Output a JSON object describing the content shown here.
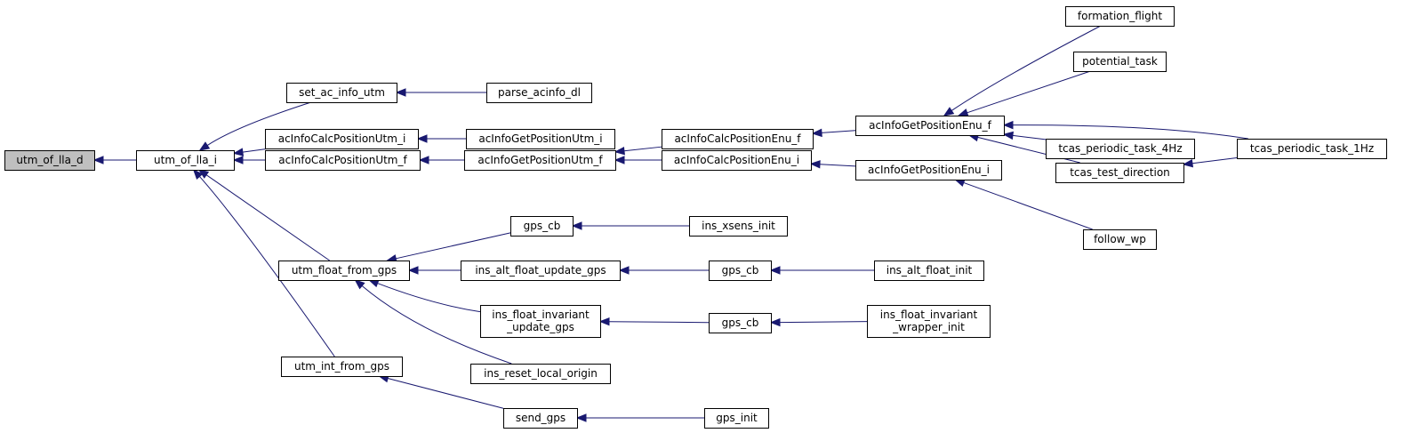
{
  "nodes": [
    {
      "id": "utm_of_lla_d",
      "lines": [
        "utm_of_lla_d"
      ],
      "root": true
    },
    {
      "id": "utm_of_lla_i",
      "lines": [
        "utm_of_lla_i"
      ]
    },
    {
      "id": "set_ac_info_utm",
      "lines": [
        "set_ac_info_utm"
      ]
    },
    {
      "id": "parse_acinfo_dl",
      "lines": [
        "parse_acinfo_dl"
      ]
    },
    {
      "id": "acInfoCalcPositionUtm_i",
      "lines": [
        "acInfoCalcPositionUtm_i"
      ]
    },
    {
      "id": "acInfoGetPositionUtm_i",
      "lines": [
        "acInfoGetPositionUtm_i"
      ]
    },
    {
      "id": "acInfoCalcPositionUtm_f",
      "lines": [
        "acInfoCalcPositionUtm_f"
      ]
    },
    {
      "id": "acInfoGetPositionUtm_f",
      "lines": [
        "acInfoGetPositionUtm_f"
      ]
    },
    {
      "id": "acInfoCalcPositionEnu_f",
      "lines": [
        "acInfoCalcPositionEnu_f"
      ]
    },
    {
      "id": "acInfoCalcPositionEnu_i",
      "lines": [
        "acInfoCalcPositionEnu_i"
      ]
    },
    {
      "id": "acInfoGetPositionEnu_f",
      "lines": [
        "acInfoGetPositionEnu_f"
      ]
    },
    {
      "id": "acInfoGetPositionEnu_i",
      "lines": [
        "acInfoGetPositionEnu_i"
      ]
    },
    {
      "id": "formation_flight",
      "lines": [
        "formation_flight"
      ]
    },
    {
      "id": "potential_task",
      "lines": [
        "potential_task"
      ]
    },
    {
      "id": "tcas_periodic_task_4Hz",
      "lines": [
        "tcas_periodic_task_4Hz"
      ]
    },
    {
      "id": "tcas_test_direction",
      "lines": [
        "tcas_test_direction"
      ]
    },
    {
      "id": "tcas_periodic_task_1Hz",
      "lines": [
        "tcas_periodic_task_1Hz"
      ]
    },
    {
      "id": "follow_wp",
      "lines": [
        "follow_wp"
      ]
    },
    {
      "id": "utm_float_from_gps",
      "lines": [
        "utm_float_from_gps"
      ]
    },
    {
      "id": "gps_cb_1",
      "lines": [
        "gps_cb"
      ]
    },
    {
      "id": "ins_xsens_init",
      "lines": [
        "ins_xsens_init"
      ]
    },
    {
      "id": "ins_alt_float_update_gps",
      "lines": [
        "ins_alt_float_update_gps"
      ]
    },
    {
      "id": "gps_cb_2",
      "lines": [
        "gps_cb"
      ]
    },
    {
      "id": "ins_alt_float_init",
      "lines": [
        "ins_alt_float_init"
      ]
    },
    {
      "id": "ins_float_invariant_update_gps",
      "lines": [
        "ins_float_invariant",
        "_update_gps"
      ]
    },
    {
      "id": "gps_cb_3",
      "lines": [
        "gps_cb"
      ]
    },
    {
      "id": "ins_float_invariant_wrapper_init",
      "lines": [
        "ins_float_invariant",
        "_wrapper_init"
      ]
    },
    {
      "id": "ins_reset_local_origin",
      "lines": [
        "ins_reset_local_origin"
      ]
    },
    {
      "id": "utm_int_from_gps",
      "lines": [
        "utm_int_from_gps"
      ]
    },
    {
      "id": "send_gps",
      "lines": [
        "send_gps"
      ]
    },
    {
      "id": "gps_init",
      "lines": [
        "gps_init"
      ]
    }
  ],
  "edges": [
    [
      "utm_of_lla_i",
      "utm_of_lla_d"
    ],
    [
      "set_ac_info_utm",
      "utm_of_lla_i"
    ],
    [
      "acInfoCalcPositionUtm_i",
      "utm_of_lla_i"
    ],
    [
      "acInfoCalcPositionUtm_f",
      "utm_of_lla_i"
    ],
    [
      "utm_float_from_gps",
      "utm_of_lla_i"
    ],
    [
      "utm_int_from_gps",
      "utm_of_lla_i"
    ],
    [
      "parse_acinfo_dl",
      "set_ac_info_utm"
    ],
    [
      "acInfoGetPositionUtm_i",
      "acInfoCalcPositionUtm_i"
    ],
    [
      "acInfoGetPositionUtm_f",
      "acInfoCalcPositionUtm_f"
    ],
    [
      "acInfoCalcPositionEnu_f",
      "acInfoGetPositionUtm_f"
    ],
    [
      "acInfoCalcPositionEnu_i",
      "acInfoGetPositionUtm_f"
    ],
    [
      "acInfoGetPositionEnu_f",
      "acInfoCalcPositionEnu_f"
    ],
    [
      "acInfoGetPositionEnu_i",
      "acInfoCalcPositionEnu_i"
    ],
    [
      "formation_flight",
      "acInfoGetPositionEnu_f"
    ],
    [
      "potential_task",
      "acInfoGetPositionEnu_f"
    ],
    [
      "tcas_periodic_task_4Hz",
      "acInfoGetPositionEnu_f"
    ],
    [
      "tcas_test_direction",
      "acInfoGetPositionEnu_f"
    ],
    [
      "tcas_periodic_task_1Hz",
      "acInfoGetPositionEnu_f"
    ],
    [
      "tcas_periodic_task_1Hz",
      "tcas_test_direction"
    ],
    [
      "follow_wp",
      "acInfoGetPositionEnu_i"
    ],
    [
      "gps_cb_1",
      "utm_float_from_gps"
    ],
    [
      "ins_alt_float_update_gps",
      "utm_float_from_gps"
    ],
    [
      "ins_float_invariant_update_gps",
      "utm_float_from_gps"
    ],
    [
      "ins_reset_local_origin",
      "utm_float_from_gps"
    ],
    [
      "ins_xsens_init",
      "gps_cb_1"
    ],
    [
      "gps_cb_2",
      "ins_alt_float_update_gps"
    ],
    [
      "ins_alt_float_init",
      "gps_cb_2"
    ],
    [
      "gps_cb_3",
      "ins_float_invariant_update_gps"
    ],
    [
      "ins_float_invariant_wrapper_init",
      "gps_cb_3"
    ],
    [
      "send_gps",
      "utm_int_from_gps"
    ],
    [
      "gps_init",
      "send_gps"
    ]
  ]
}
